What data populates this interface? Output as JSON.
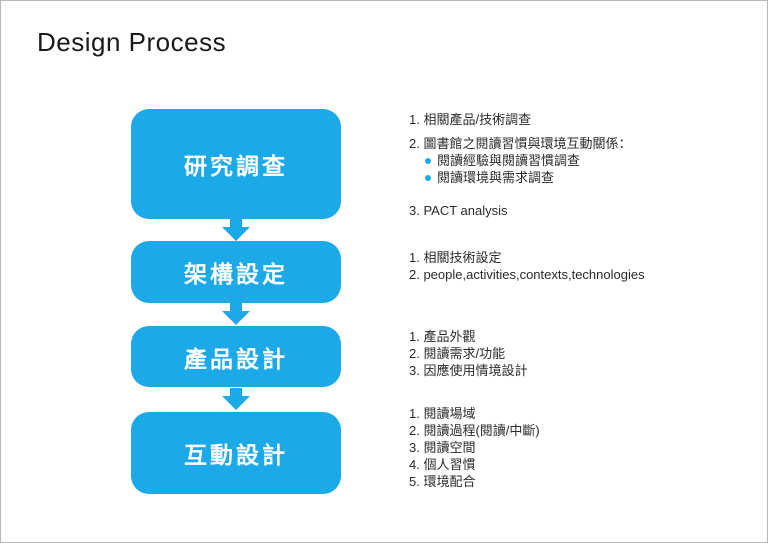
{
  "slide": {
    "title": "Design Process"
  },
  "colors": {
    "accent": "#1CA9E8"
  },
  "steps": [
    {
      "label": "研究調查",
      "notes": {
        "lines": [
          "1. 相關產品/技術調查",
          "2. 圖書館之閱讀習慣與環境互動關係："
        ],
        "bullets": [
          "閱讀經驗與閱讀習慣調查",
          "閱讀環境與需求調查"
        ],
        "footer": "3. PACT analysis"
      }
    },
    {
      "label": "架構設定",
      "notes": {
        "lines": [
          "1. 相關技術設定",
          "2. people,activities,contexts,technologies"
        ]
      }
    },
    {
      "label": "產品設計",
      "notes": {
        "lines": [
          "1. 產品外觀",
          "2. 閱讀需求/功能",
          "3. 因應使用情境設計"
        ]
      }
    },
    {
      "label": "互動設計",
      "notes": {
        "lines": [
          "1. 閱讀場域",
          "2. 閱讀過程(閱讀/中斷)",
          "3. 閱讀空間",
          "4. 個人習慣",
          "5. 環境配合"
        ]
      }
    }
  ]
}
